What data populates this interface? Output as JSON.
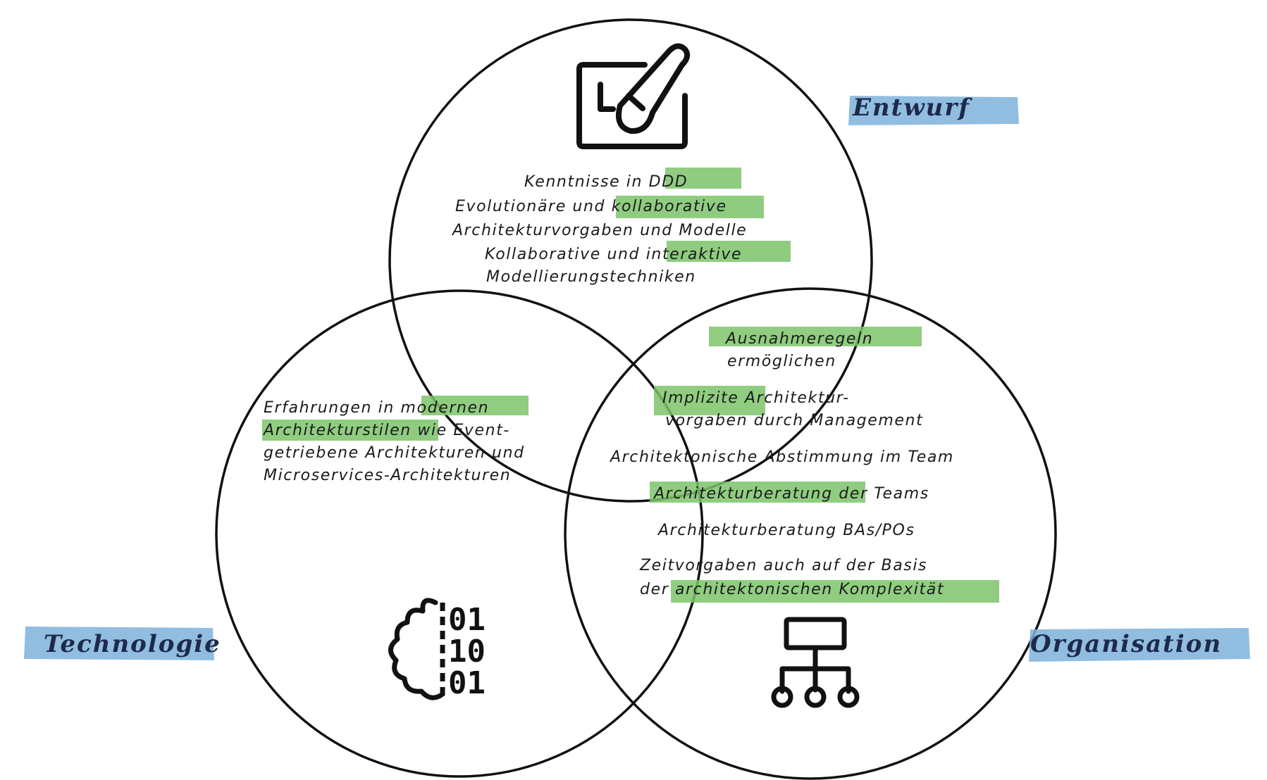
{
  "colors": {
    "highlight_green": "#7cc46a",
    "highlight_blue": "#7eb2da",
    "circle_stroke": "#111111",
    "label_text": "#1e2a4a"
  },
  "labels": {
    "entwurf": "Entwurf",
    "technologie": "Technologie",
    "organisation": "Organisation"
  },
  "icons": {
    "entwurf": "edit-pen-icon",
    "technologie": "binary-brain-icon",
    "organisation": "hierarchy-icon"
  },
  "icon_text": {
    "bin1": "01",
    "bin2": "10",
    "bin3": "01"
  },
  "entwurf": {
    "l1a": "Kenntnisse in ",
    "l1b": "DDD",
    "l2a": "Evolutionäre und ",
    "l2b": "kollaborative",
    "l3": "Architekturvorgaben und Modelle",
    "l4a": "Kollaborative und ",
    "l4b": "interaktive",
    "l5": "Modellierungstechniken"
  },
  "technologie": {
    "l1a": "Erfahrungen in ",
    "l1b": "modernen",
    "l2a": "Architekturstilen",
    "l2b": " wie Event-",
    "l3": "getriebene Architekturen und",
    "l4": "Microservices-Architekturen"
  },
  "organisation": {
    "l1": "Ausnahmeregeln",
    "l2": "ermöglichen",
    "l3a": "Implizite",
    "l3b": " Architektur-",
    "l4": "vorgaben durch Management",
    "l5": "Architektonische Abstimmung im Team",
    "l6a": "Architekturberatung",
    "l6b": " der Teams",
    "l7": "Architekturberatung BAs/POs",
    "l8": "Zeitvorgaben auch auf der Basis",
    "l9a": "der ",
    "l9b": "architektonischen Komplexität"
  }
}
